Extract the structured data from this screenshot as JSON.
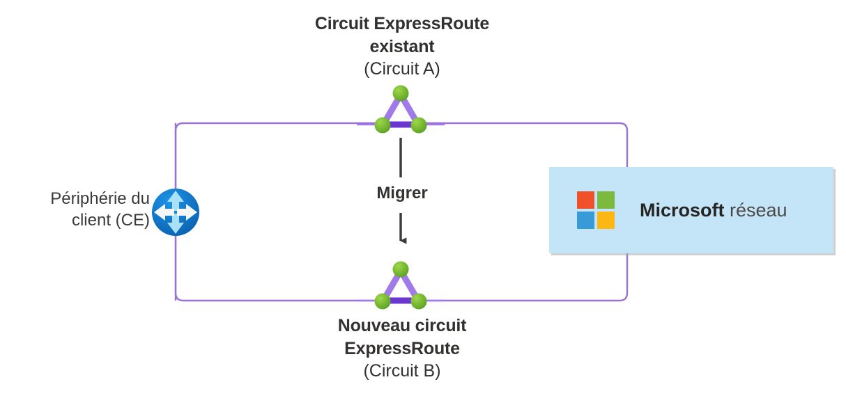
{
  "diagram": {
    "title_top": {
      "bold_line1": "Circuit ExpressRoute",
      "bold_line2": "existant",
      "sub_line": "(Circuit A)"
    },
    "title_bottom": {
      "bold_line1": "Nouveau circuit",
      "bold_line2": "ExpressRoute",
      "sub_line": "(Circuit B)"
    },
    "ce_label": {
      "line1": "Périphérie du",
      "line2": "client (CE)"
    },
    "migrate_label": "Migrer",
    "ms_box": {
      "brand": "Microsoft",
      "suffix": " réseau"
    },
    "colors": {
      "circuit_edge_light": "#a07ae8",
      "circuit_edge_dark": "#6b35cf",
      "circuit_node_green": "#76bc2d",
      "connector_purple": "#9a73d4",
      "arrow_gray": "#3b3a39",
      "ms_box_bg": "#c4e4f8",
      "router_blue": "#0f7fd4",
      "logo_red": "#f0502a",
      "logo_green": "#7cb93f",
      "logo_blue": "#389ad6",
      "logo_yellow": "#fcb715"
    }
  }
}
